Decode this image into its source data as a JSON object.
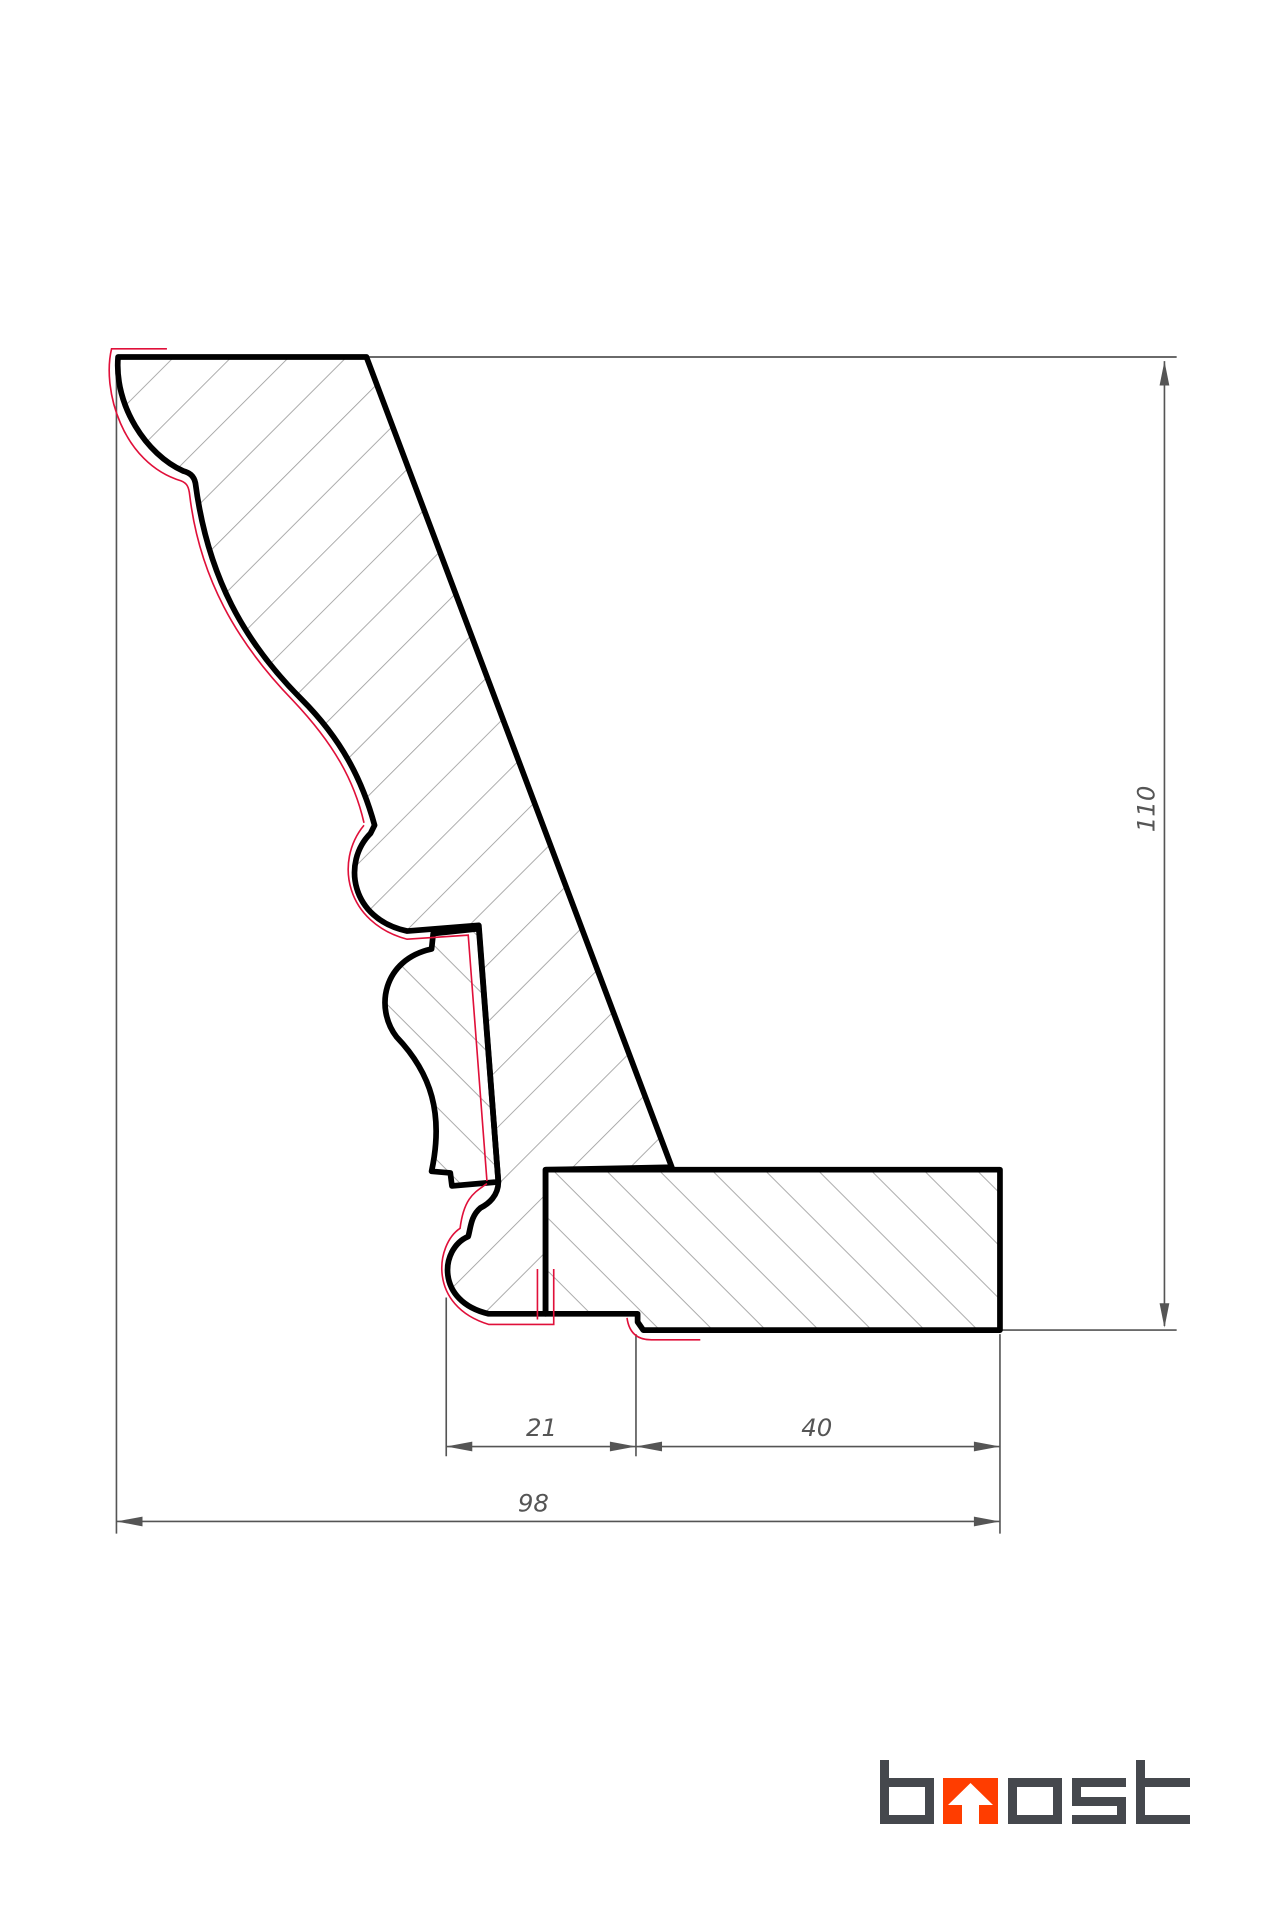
{
  "drawing": {
    "dimensions": {
      "height": "110",
      "base_left": "21",
      "base_right": "40",
      "total_width": "98"
    }
  },
  "logo": {
    "text": "boost",
    "colors": {
      "letters": "#45484d",
      "accent": "#ff3d00"
    }
  },
  "colors": {
    "outline": "#000000",
    "hatch": "#9a9a9a",
    "dimension": "#555555",
    "trim_line": "#e0103a"
  }
}
